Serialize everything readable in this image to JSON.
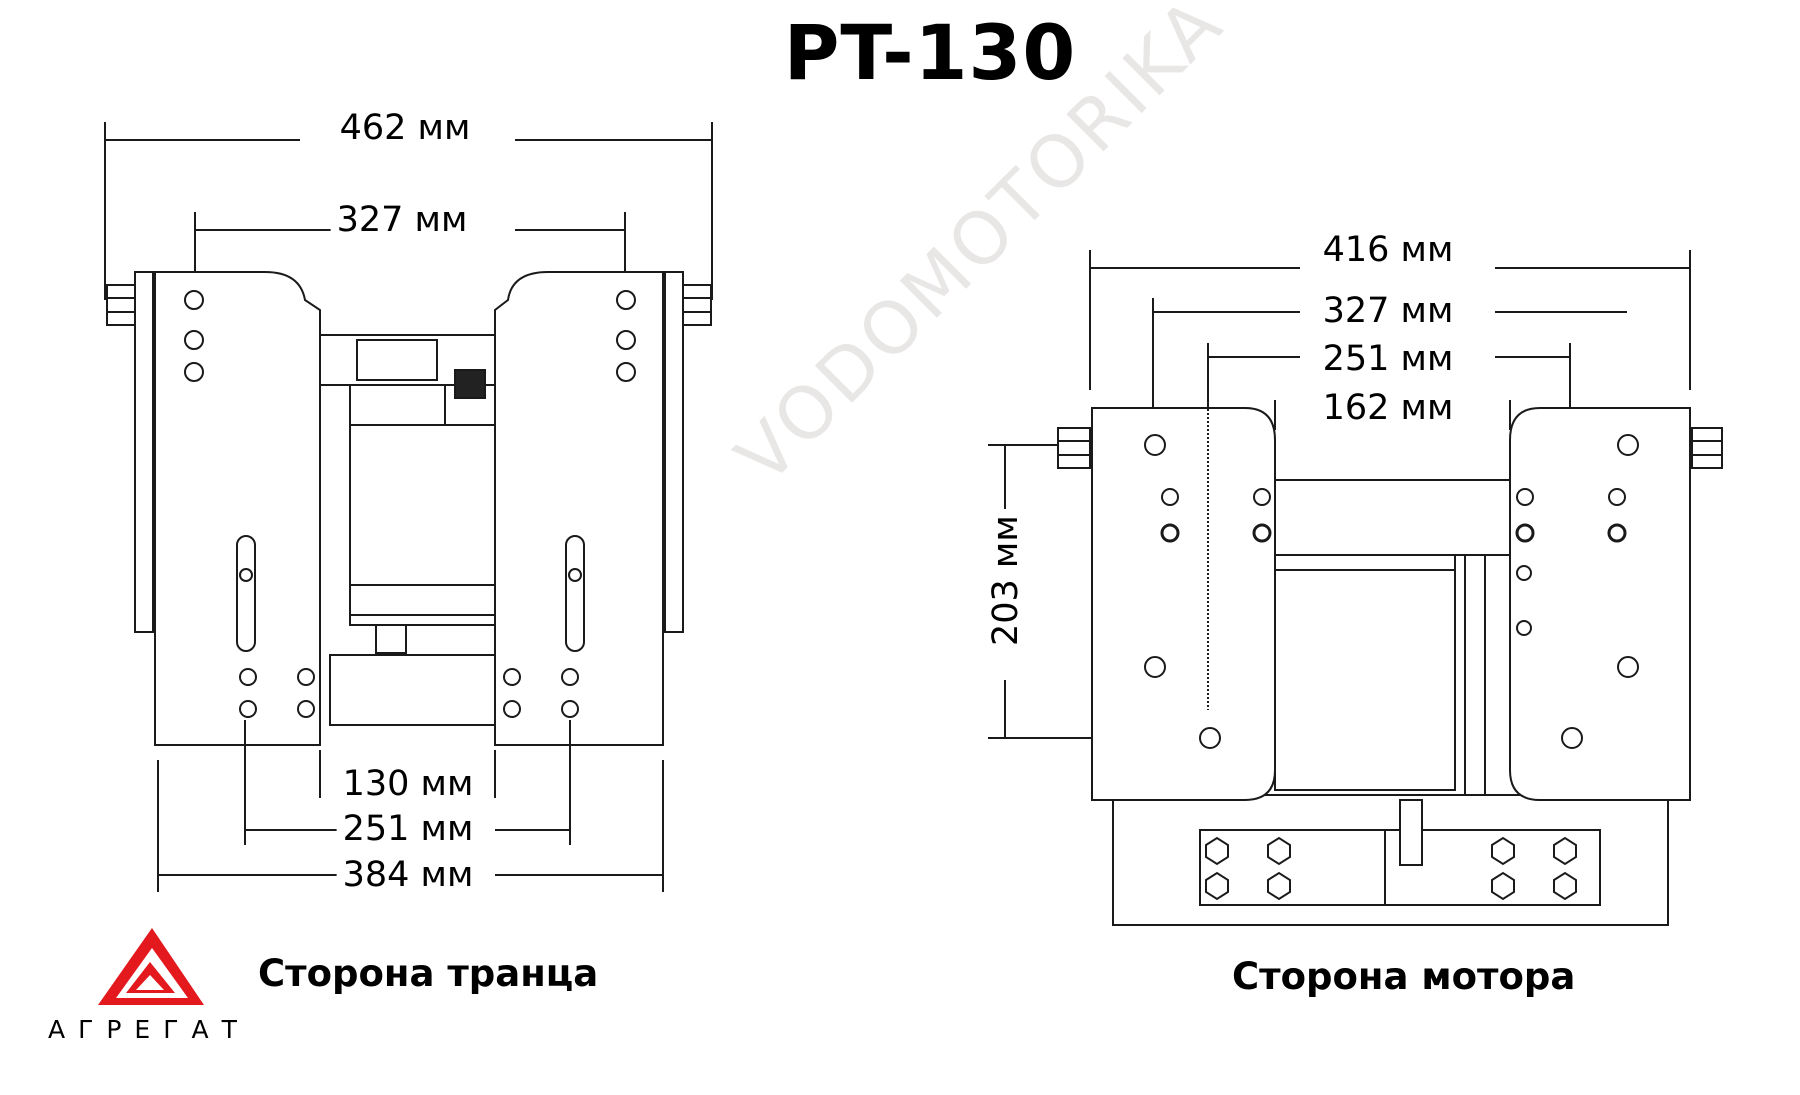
{
  "title": "PT-130",
  "watermark": "VODOMOTORIKA",
  "transom_view": {
    "caption": "Сторона транца",
    "dimensions": {
      "overall_width": "462 мм",
      "bolt_spacing": "327 мм",
      "inner_gap": "130 мм",
      "hole_spacing": "251 мм",
      "plate_width": "384 мм"
    }
  },
  "motor_view": {
    "caption": "Сторона мотора",
    "dimensions": {
      "overall_width": "416 мм",
      "outer_holes": "327 мм",
      "mid_holes": "251 мм",
      "inner_holes": "162 мм",
      "vertical_spacing": "203 мм"
    }
  },
  "logo": {
    "brand": "АГРЕГАТ",
    "color": "#e3191e"
  }
}
